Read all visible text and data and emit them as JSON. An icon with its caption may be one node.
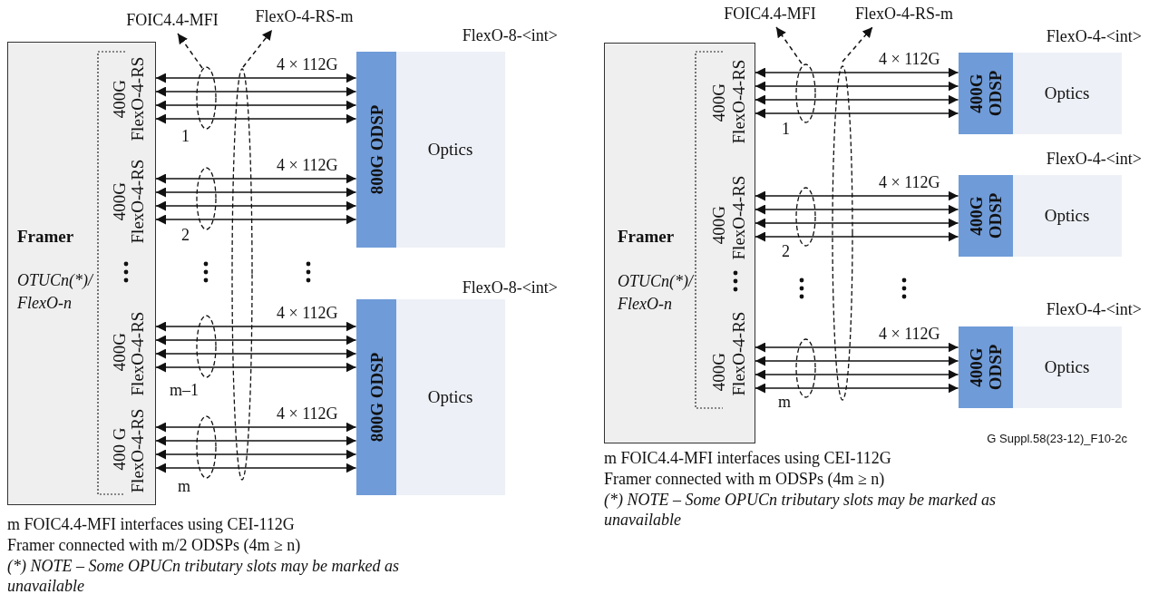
{
  "diagram": {
    "nodes": [
      {
        "text": [
          "Framer",
          "OTUCn(*)/ FlexO-n"
        ]
      },
      {
        "text": [
          "FlexO-8-<int>"
        ]
      },
      {
        "text": [
          "800G ODSP"
        ],
        "in": 1
      },
      {
        "text": [
          "Optics"
        ],
        "in": 1
      },
      {
        "text": [
          "FlexO-8-<int>"
        ]
      },
      {
        "text": [
          "800G ODSP"
        ],
        "in": 4
      },
      {
        "text": [
          "Optics"
        ],
        "in": 4
      },
      {
        "text": [
          "FOIC4.4-MFI"
        ]
      },
      {
        "text": [
          "FlexO-4-RS-m"
        ]
      },
      {
        "text": [
          "Framer",
          "OTUCn(*)/ FlexO-n"
        ]
      },
      {
        "text": [
          "FlexO-4-<int>"
        ]
      },
      {
        "text": [
          "400G ODSP"
        ],
        "in": 10
      },
      {
        "text": [
          "Optics"
        ],
        "in": 10
      },
      {
        "text": [
          "FlexO-4-<int>"
        ]
      },
      {
        "text": [
          "400G ODSP"
        ],
        "in": 13
      },
      {
        "text": [
          "Optics"
        ],
        "in": 13
      },
      {
        "text": [
          "FlexO-4-<int>"
        ]
      },
      {
        "text": [
          "400G ODSP"
        ],
        "in": 16
      },
      {
        "text": [
          "Optics"
        ],
        "in": 16
      },
      {
        "text": [
          "FOIC4.4-MFI"
        ]
      },
      {
        "text": [
          "FlexO-4-RS-m"
        ]
      }
    ],
    "edges": [
      {
        "from": 0,
        "to": 2,
        "arrow": "both",
        "label": "4 × 112G"
      },
      {
        "from": 0,
        "to": 2,
        "arrow": "both"
      },
      {
        "from": 0,
        "to": 2,
        "arrow": "both"
      },
      {
        "from": 0,
        "to": 2,
        "arrow": "both"
      },
      {
        "from": 0,
        "to": 2,
        "arrow": "both",
        "label": "4 × 112G"
      },
      {
        "from": 0,
        "to": 2,
        "arrow": "both"
      },
      {
        "from": 0,
        "to": 2,
        "arrow": "both"
      },
      {
        "from": 0,
        "to": 2,
        "arrow": "both"
      },
      {
        "from": 0,
        "to": 5,
        "arrow": "both",
        "label": "4 × 112G"
      },
      {
        "from": 0,
        "to": 5,
        "arrow": "both"
      },
      {
        "from": 0,
        "to": 5,
        "arrow": "both"
      },
      {
        "from": 0,
        "to": 5,
        "arrow": "both"
      },
      {
        "from": 0,
        "to": 5,
        "arrow": "both",
        "label": "4 × 112G"
      },
      {
        "from": 0,
        "to": 5,
        "arrow": "both"
      },
      {
        "from": 0,
        "to": 5,
        "arrow": "both"
      },
      {
        "from": 0,
        "to": 5,
        "arrow": "both"
      },
      {
        "from": null,
        "to": 7,
        "arrow": "to",
        "style": "dashed"
      },
      {
        "from": null,
        "to": 8,
        "arrow": "to",
        "style": "dashed"
      },
      {
        "from": 9,
        "to": 11,
        "arrow": "both",
        "label": "4 × 112G"
      },
      {
        "from": 9,
        "to": 11,
        "arrow": "both"
      },
      {
        "from": 9,
        "to": 11,
        "arrow": "both"
      },
      {
        "from": 9,
        "to": 11,
        "arrow": "both"
      },
      {
        "from": 9,
        "to": 14,
        "arrow": "both",
        "label": "4 × 112G"
      },
      {
        "from": 9,
        "to": 14,
        "arrow": "both"
      },
      {
        "from": 9,
        "to": 14,
        "arrow": "both"
      },
      {
        "from": 9,
        "to": 14,
        "arrow": "both"
      },
      {
        "from": 9,
        "to": 17,
        "arrow": "both",
        "label": "4 × 112G"
      },
      {
        "from": 9,
        "to": 17,
        "arrow": "both"
      },
      {
        "from": 9,
        "to": 17,
        "arrow": "both"
      },
      {
        "from": 9,
        "to": 17,
        "arrow": "both"
      },
      {
        "from": null,
        "to": 19,
        "arrow": "to",
        "style": "dashed"
      },
      {
        "from": null,
        "to": 20,
        "arrow": "to",
        "style": "dashed"
      }
    ],
    "labels": [
      "400G",
      "FlexO-4-RS",
      "1",
      "400G",
      "FlexO-4-RS",
      "2",
      "400G",
      "FlexO-4-RS",
      "m–1",
      "400 G",
      "FlexO-4-RS",
      "m",
      "m FOIC4.4-MFI interfaces using CEI-112G",
      "Framer connected with m/2 ODSPs (4m ≥ n)",
      "(*) NOTE – Some OPUCn tributary slots may be marked as unavailable",
      "400G",
      "FlexO-4-RS",
      "1",
      "400G",
      "FlexO-4-RS",
      "2",
      "400G",
      "FlexO-4-RS",
      "m",
      "G Suppl.58(23-12)_F10-2c",
      "m FOIC4.4-MFI interfaces using CEI-112G",
      "Framer connected with m ODSPs (4m ≥ n)",
      "(*) NOTE – Some OPUCn tributary slots may be marked as unavailable"
    ]
  }
}
